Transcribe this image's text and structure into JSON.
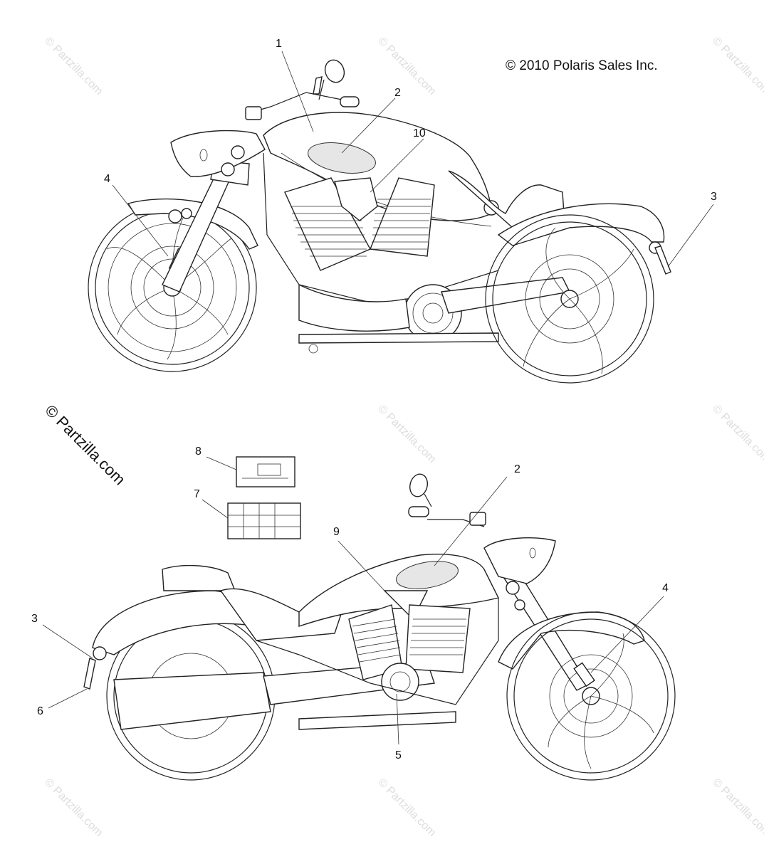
{
  "copyright": "© 2010 Polaris Sales Inc.",
  "watermark": {
    "main": "© Partzilla.com",
    "tile": "© Partzilla.com"
  },
  "callouts": {
    "top_1": "1",
    "top_2": "2",
    "top_3": "3",
    "top_4": "4",
    "top_10": "10",
    "bot_2": "2",
    "bot_3": "3",
    "bot_4": "4",
    "bot_5": "5",
    "bot_6": "6",
    "bot_7": "7",
    "bot_8": "8",
    "bot_9": "9"
  },
  "colors": {
    "line": "#222222",
    "watermark": "#dddddd",
    "background": "#ffffff"
  }
}
